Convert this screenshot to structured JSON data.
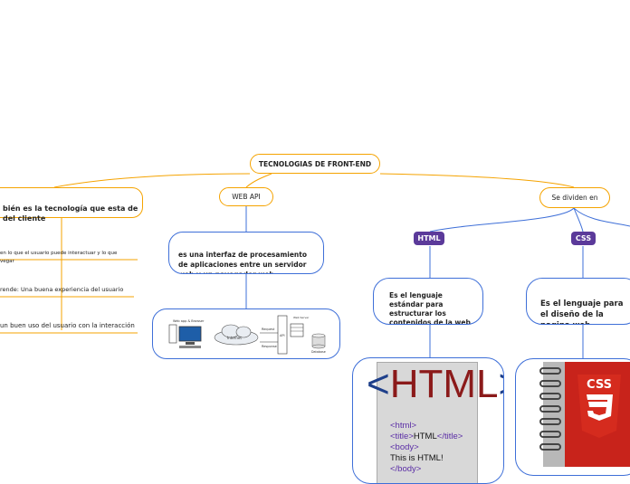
{
  "root": {
    "label": "TECNOLOGIAS DE FRONT-END"
  },
  "left_branch": {
    "label": "bién es la tecnología que esta de\ndel cliente",
    "subitems": [
      "en lo que el usuario puede interactuar y lo que\nvegar",
      "rende: Una buena experiencia del usuario",
      "un buen uso del usuario con la interacción"
    ]
  },
  "web_api": {
    "label": "WEB API",
    "description": "es una interfaz de procesamiento\nde aplicaciones entre un servidor\nweb y un navegador web",
    "diagram": {
      "client_label": "Web app & Browser",
      "internet_label": "Internet",
      "request_label": "Request",
      "response_label": "Response",
      "api_label": "API",
      "server_label": "Web\nServer",
      "database_label": "Database"
    }
  },
  "divide": {
    "label": "Se dividen en",
    "html": {
      "badge": "HTML",
      "badge_color": "#5b3a9a",
      "description": "Es el lenguaje\nestándar para\nestructurar los\ncontenidos de la web",
      "logo_text": "HTML",
      "code_lines": [
        [
          "<html>"
        ],
        [
          "<title>",
          "HTML",
          "</title>"
        ],
        [
          "<body>"
        ],
        [
          "This is HTML!"
        ],
        [
          "</body>"
        ]
      ]
    },
    "css": {
      "badge": "CSS",
      "badge_color": "#5b3a9a",
      "description": "Es el lenguaje para\nel diseño de la\npagina web",
      "logo_text": "CSS",
      "logo_color": "#d52b1e"
    }
  },
  "colors": {
    "connector_orange": "#f5a300",
    "connector_blue": "#3e6fd8",
    "badge_purple": "#5b3a9a"
  }
}
